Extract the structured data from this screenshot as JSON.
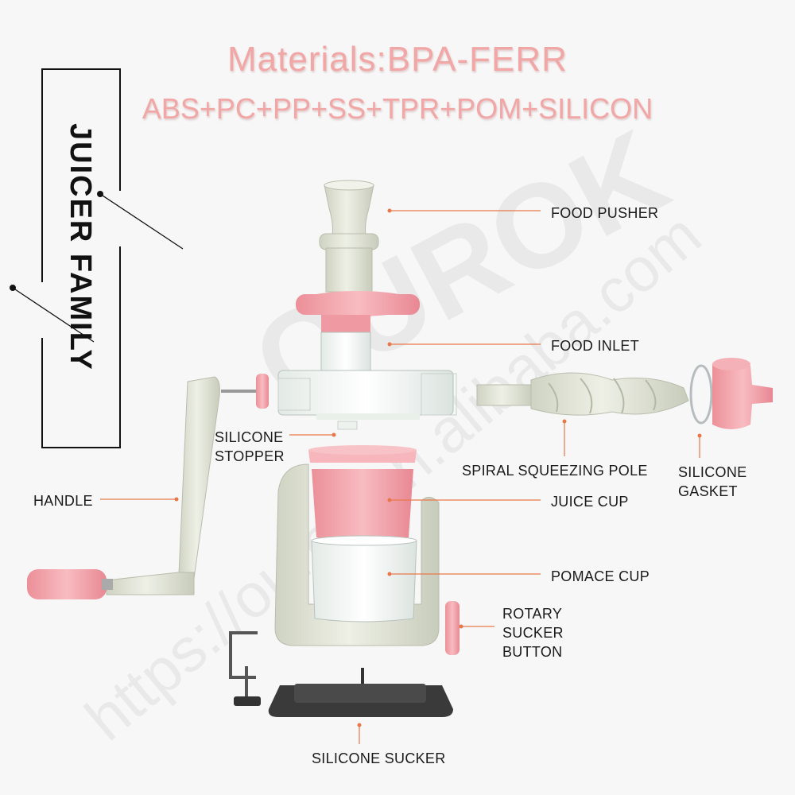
{
  "title_line1": "Materials:BPA-FERR",
  "title_line2": "ABS+PC+PP+SS+TPR+POM+SILICON",
  "brand": "JUICER FAMILY",
  "watermark_brand": "OUROK",
  "watermark_url": "https://ourok.en.alibaba.com",
  "labels": {
    "food_pusher": "FOOD PUSHER",
    "food_inlet": "FOOD INLET",
    "silicone_stopper_1": "SILICONE",
    "silicone_stopper_2": "STOPPER",
    "spiral_pole": "SPIRAL SQUEEZING POLE",
    "silicone_gasket_1": "SILICONE",
    "silicone_gasket_2": "GASKET",
    "handle": "HANDLE",
    "juice_cup": "JUICE CUP",
    "pomace_cup": "POMACE CUP",
    "rotary_1": "ROTARY",
    "rotary_2": "SUCKER",
    "rotary_3": "BUTTON",
    "silicone_sucker": "SILICONE SUCKER"
  },
  "colors": {
    "title": "#f2a7a7",
    "pink": "#f3a3a9",
    "cream": "#e6e9dc",
    "leader": "#e8784a",
    "dark": "#333333"
  }
}
